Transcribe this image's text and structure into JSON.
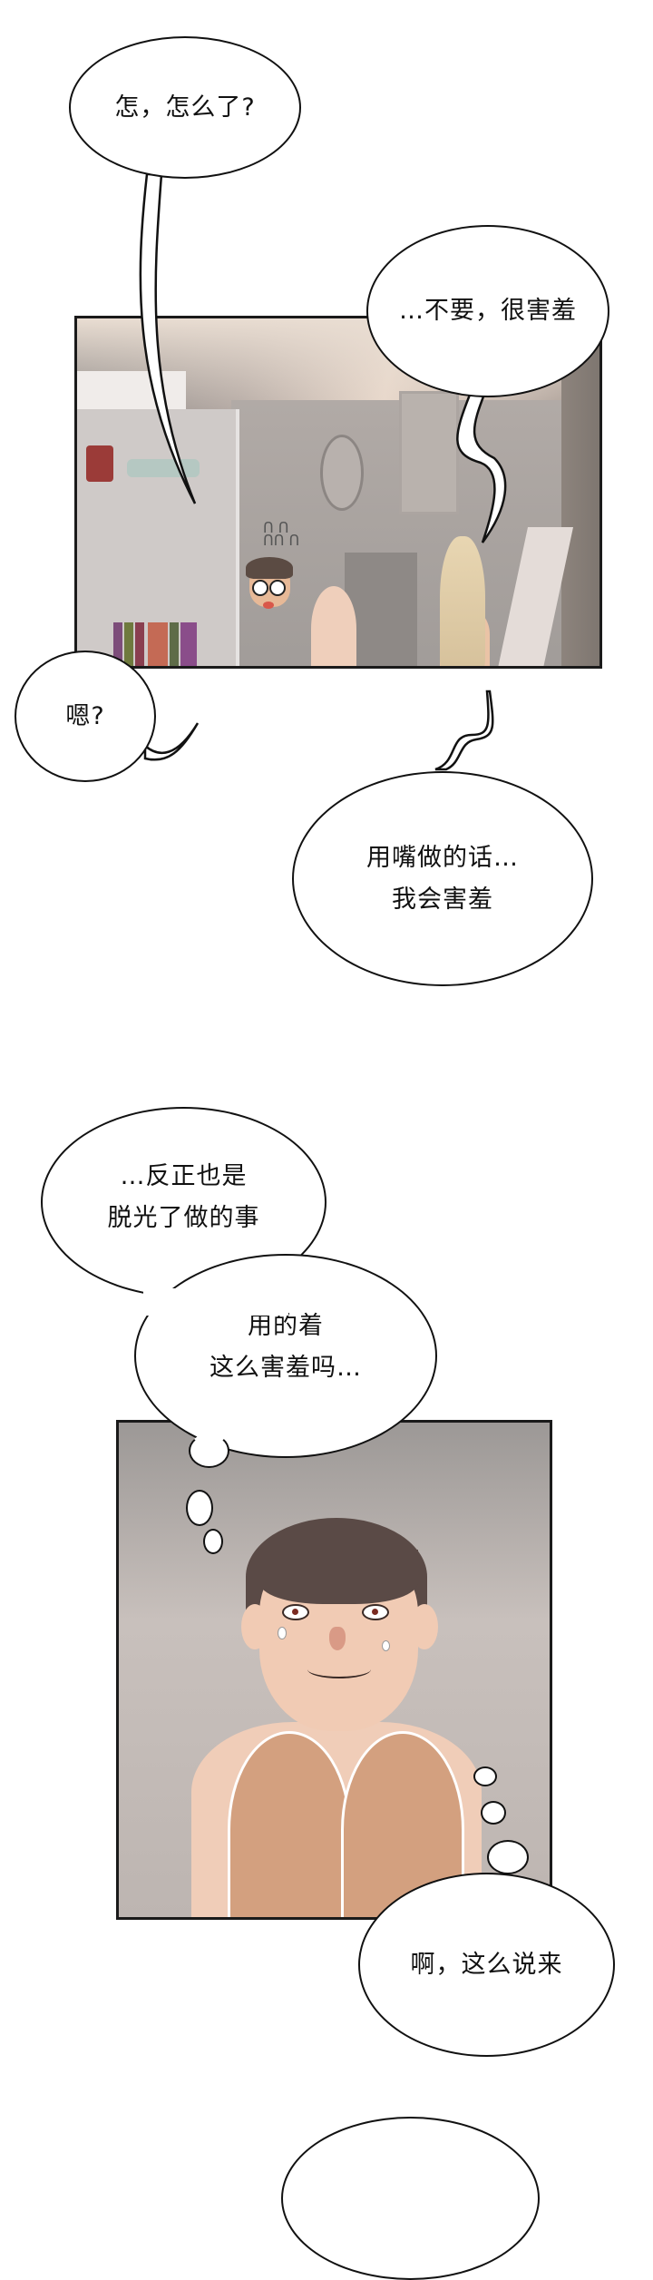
{
  "page": {
    "type": "webtoon-strip",
    "background": "#ffffff",
    "panel_border_color": "#1a1a1a"
  },
  "panels": [
    {
      "id": "panel-1",
      "scene": "bedroom",
      "description": "Wide shot of a bedroom with a clothes shelf, wall clock, and two characters sitting on the floor",
      "sfx": "sweat-lines"
    },
    {
      "id": "panel-2",
      "scene": "close-up",
      "description": "Close-up of a boy hugging his knees, smiling awkwardly with sweat drops"
    }
  ],
  "bubbles": [
    {
      "id": "bubble-1",
      "type": "speech",
      "text": "怎，怎么了?"
    },
    {
      "id": "bubble-2",
      "type": "speech",
      "text": "…不要，很害羞"
    },
    {
      "id": "bubble-3",
      "type": "speech",
      "text": "嗯?"
    },
    {
      "id": "bubble-4",
      "type": "speech",
      "text": "用嘴做的话…\n我会害羞"
    },
    {
      "id": "bubble-5a",
      "type": "thought",
      "text": "…反正也是\n脱光了做的事"
    },
    {
      "id": "bubble-5b",
      "type": "thought",
      "text": "用的着\n这么害羞吗…"
    },
    {
      "id": "bubble-6",
      "type": "thought",
      "text": "啊，这么说来"
    },
    {
      "id": "bubble-7",
      "type": "speech",
      "text": ""
    }
  ]
}
